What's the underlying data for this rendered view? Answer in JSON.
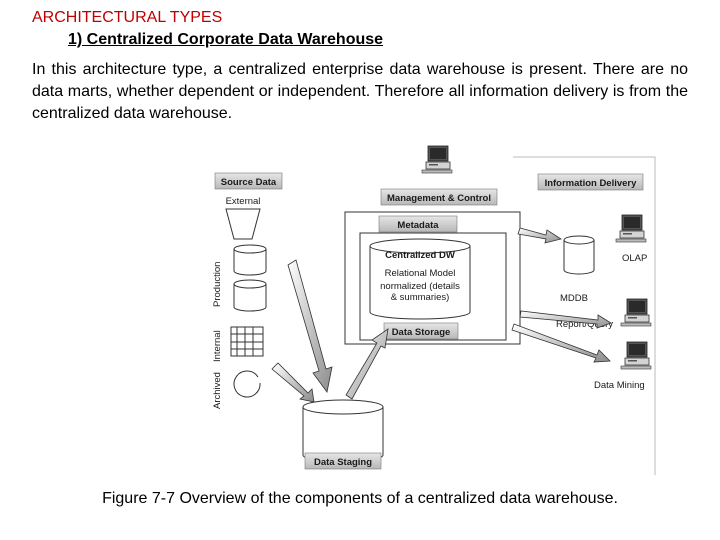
{
  "slide": {
    "title": "ARCHITECTURAL TYPES",
    "subtitle": "1) Centralized Corporate Data Warehouse",
    "paragraph": "In this architecture type, a centralized enterprise data warehouse is present. There are no data marts, whether dependent or independent. Therefore all information delivery is from the centralized data warehouse.",
    "caption": "Figure 7-7 Overview of the components of a centralized data warehouse."
  },
  "diagram": {
    "source_data": "Source Data",
    "external": "External",
    "production": "Production",
    "internal": "Internal",
    "archived": "Archived",
    "management_control": "Management & Control",
    "metadata": "Metadata",
    "centralized_dw": "Centralized DW",
    "relational_model": "Relational Model",
    "normalized_line1": "normalized  (details",
    "normalized_line2": "& summaries)",
    "data_storage": "Data Storage",
    "data_staging": "Data Staging",
    "information_delivery": "Information Delivery",
    "olap": "OLAP",
    "mddb": "MDDB",
    "report_query": "Report/Query",
    "data_mining": "Data Mining"
  }
}
